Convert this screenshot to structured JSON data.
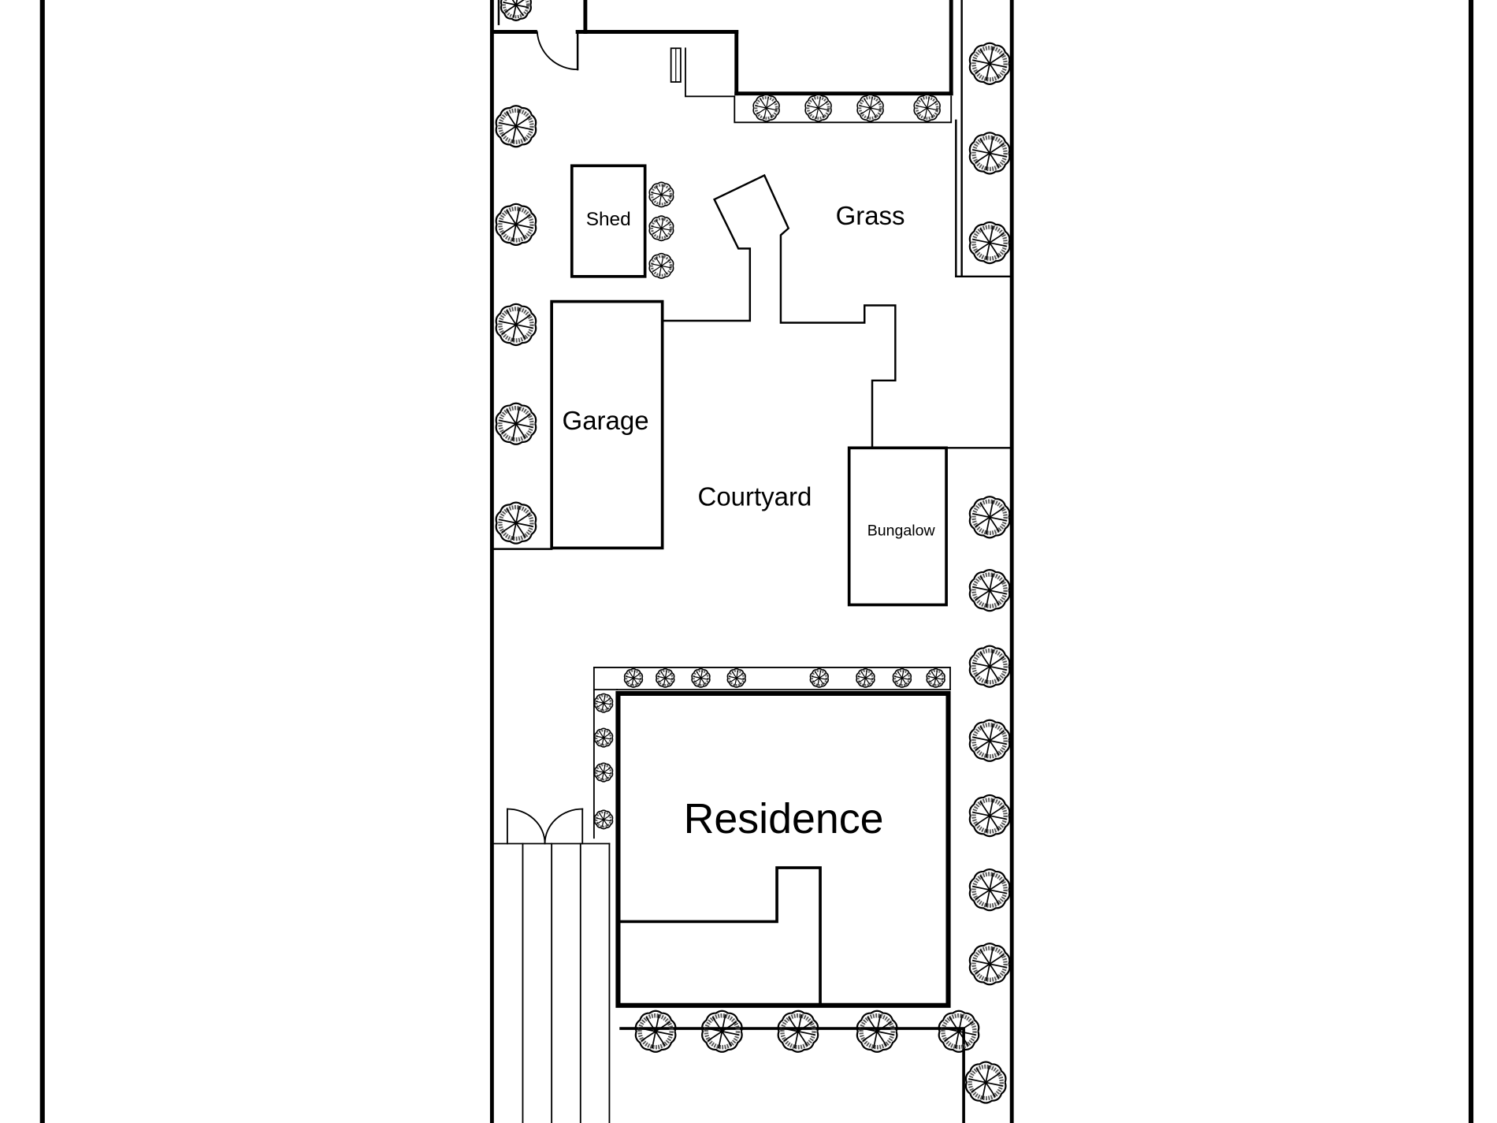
{
  "labels": {
    "shed": "Shed",
    "grass": "Grass",
    "garage": "Garage",
    "courtyard": "Courtyard",
    "bungalow": "Bungalow",
    "residence": "Residence"
  },
  "colors": {
    "line": "#000000",
    "background": "#ffffff"
  },
  "icons": {
    "tree": "tree-symbol",
    "door": "door-swing"
  }
}
